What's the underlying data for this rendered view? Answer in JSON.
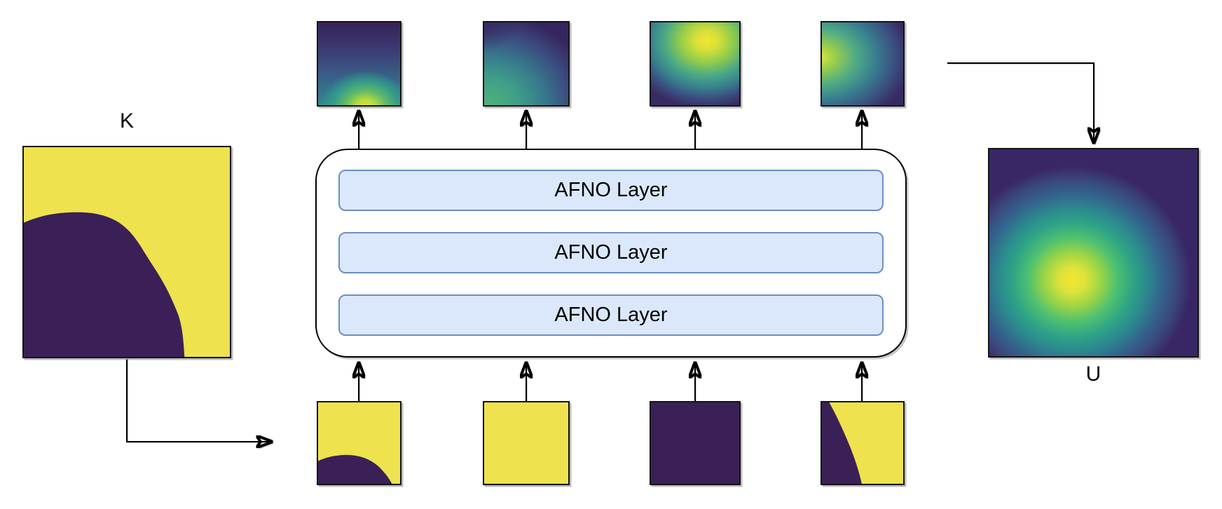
{
  "diagram": {
    "title": "AFNO patch-based neural operator diagram",
    "flow": "Input field K is split into four patches, processed by three stacked AFNO layers, producing four output patches assembled into output field U"
  },
  "labels": {
    "input_field": "K",
    "output_field": "U"
  },
  "afno_box": {
    "layers": [
      {
        "label": "AFNO Layer"
      },
      {
        "label": "AFNO Layer"
      },
      {
        "label": "AFNO Layer"
      }
    ]
  },
  "input_patches": [
    {
      "name": "input-patch-1",
      "appearance": "yellow with dark lobe along bottom edge"
    },
    {
      "name": "input-patch-2",
      "appearance": "all yellow"
    },
    {
      "name": "input-patch-3",
      "appearance": "all dark purple"
    },
    {
      "name": "input-patch-4",
      "appearance": "dark wedge on left, yellow on right"
    }
  ],
  "output_patches": [
    {
      "name": "output-patch-1",
      "appearance": "bright glow at bottom center, dark top"
    },
    {
      "name": "output-patch-2",
      "appearance": "teal-green lower left, dark upper right"
    },
    {
      "name": "output-patch-3",
      "appearance": "bright yellow blob at top right"
    },
    {
      "name": "output-patch-4",
      "appearance": "bright band on left edge, dark right"
    }
  ],
  "output_field_appearance": "viridis heatmap with bright yellow peak left of center, dark purple edges",
  "colors": {
    "canvas-bg": "#ffffff",
    "field-yellow": "#eee24f",
    "field-purple": "#3a2057",
    "layer-fill": "#dbe8fc",
    "layer-border": "#6c8ebf",
    "line": "#000000"
  }
}
